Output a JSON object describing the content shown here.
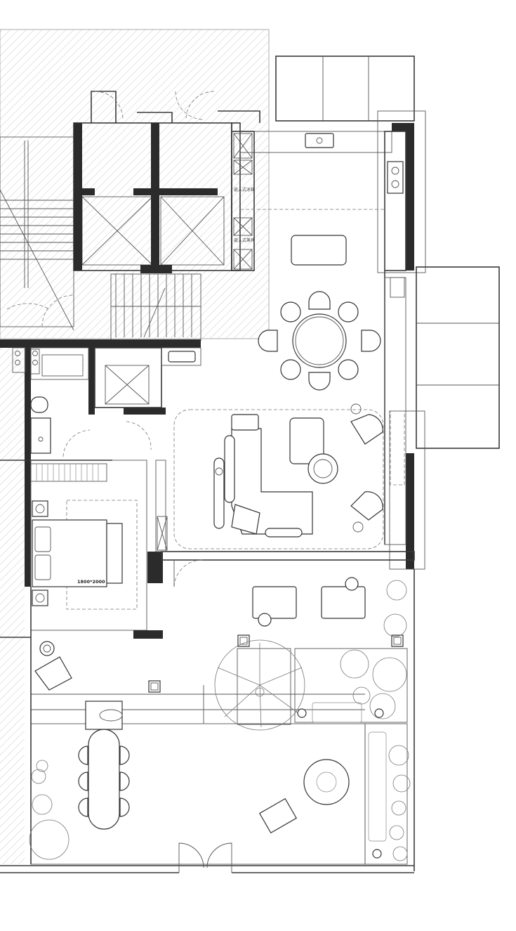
{
  "drawing": {
    "bed_size_label": "1800*2000",
    "room_tags": [
      "嵌入式冰箱",
      "嵌入式蒸烤"
    ]
  }
}
